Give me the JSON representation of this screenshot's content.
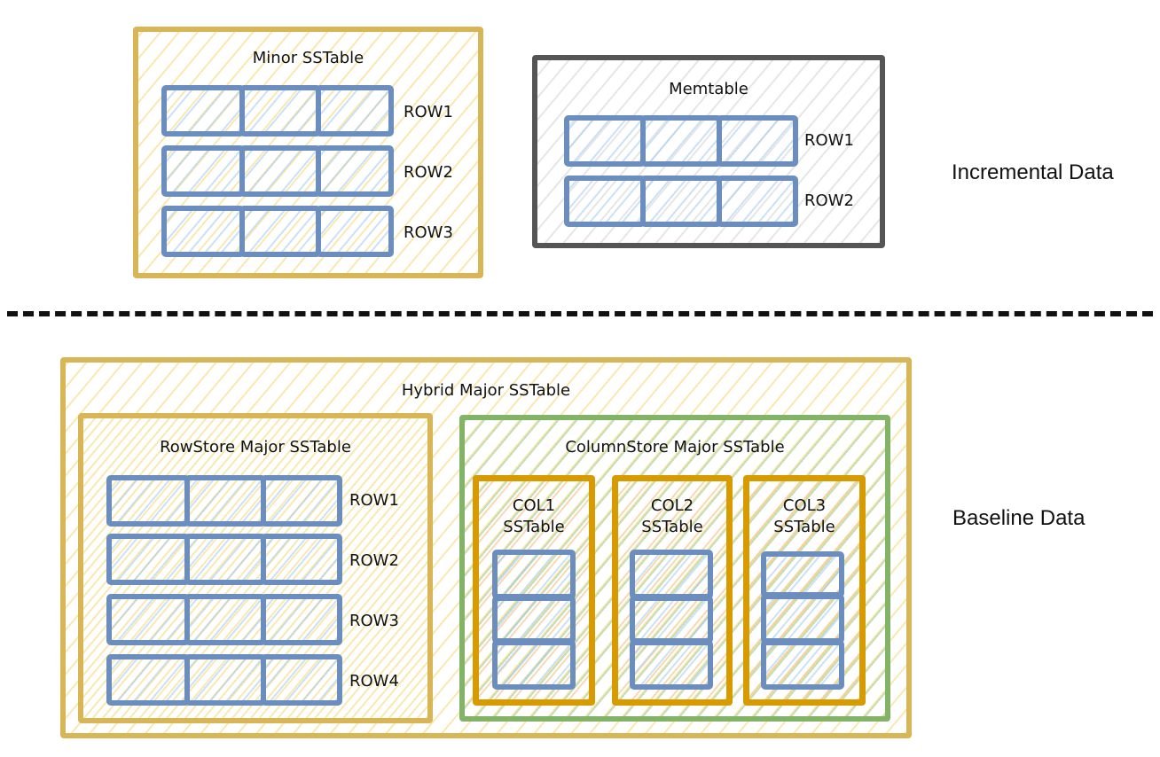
{
  "colors": {
    "yellow_border": "#d6b656",
    "gray_border": "#555555",
    "green_border": "#82b366",
    "orange_border": "#d79b00",
    "cell_border": "#6c8ebf"
  },
  "incremental": {
    "label": "Incremental Data",
    "minor_sstable": {
      "title": "Minor SSTable",
      "rows": [
        "ROW1",
        "ROW2",
        "ROW3"
      ]
    },
    "memtable": {
      "title": "Memtable",
      "rows": [
        "ROW1",
        "ROW2"
      ]
    }
  },
  "baseline": {
    "label": "Baseline Data",
    "hybrid": {
      "title": "Hybrid Major SSTable",
      "rowstore": {
        "title": "RowStore Major SSTable",
        "rows": [
          "ROW1",
          "ROW2",
          "ROW3",
          "ROW4"
        ]
      },
      "columnstore": {
        "title": "ColumnStore Major SSTable",
        "columns": [
          {
            "line1": "COL1",
            "line2": "SSTable"
          },
          {
            "line1": "COL2",
            "line2": "SSTable"
          },
          {
            "line1": "COL3",
            "line2": "SSTable"
          }
        ]
      }
    }
  }
}
